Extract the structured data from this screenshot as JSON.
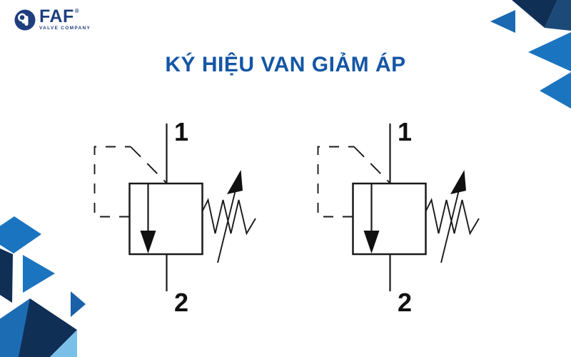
{
  "logo": {
    "brand": "FAF",
    "tagline": "VALVE COMPANY",
    "registered_mark": "®"
  },
  "title": "KÝ HIỆU VAN GIẢM ÁP",
  "diagram": {
    "description": "two identical hydraulic pressure-reducing valve schematic symbols",
    "valves": [
      {
        "id": "left",
        "port_top": "1",
        "port_bottom": "2"
      },
      {
        "id": "right",
        "port_top": "1",
        "port_bottom": "2"
      }
    ]
  },
  "colors": {
    "background": "#ffffff",
    "title_blue": "#1456a5",
    "logo_navy": "#1e3e7e",
    "dark_navy": "#0f2f55",
    "navy_facet": "#1c4a78",
    "medium_blue": "#1b74c0",
    "blue_alt": "#1a69b2",
    "blue_face": "#1b6cb3",
    "royal_blue": "#1a61a8",
    "light_blue": "#7abfe8",
    "line_color": "#1a1a1a"
  }
}
